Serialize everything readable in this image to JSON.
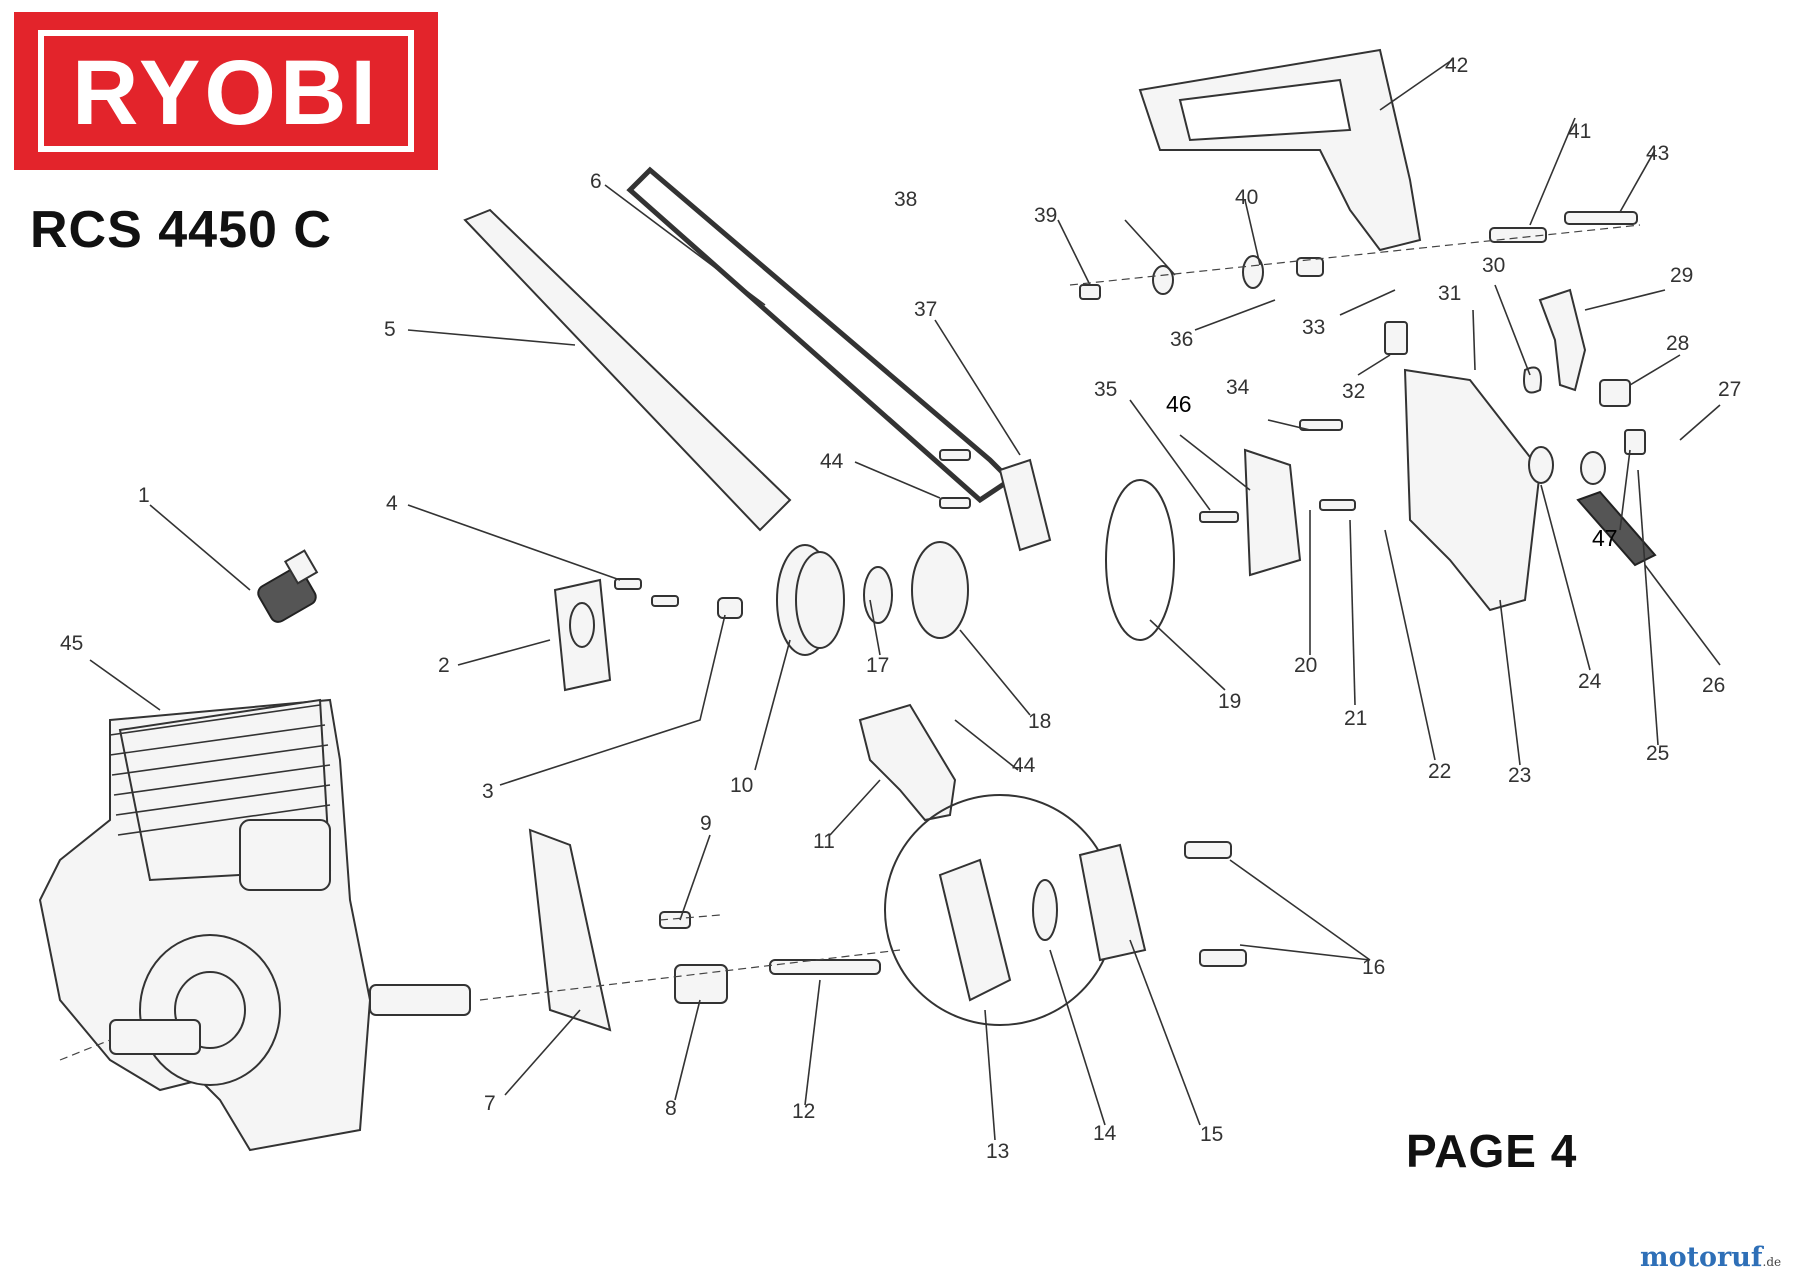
{
  "brand": "RYOBI",
  "model": "RCS 4450 C",
  "page_label": "PAGE 4",
  "watermark": {
    "main": "motoruf",
    "tld": ".de"
  },
  "callouts": [
    "1",
    "2",
    "3",
    "4",
    "5",
    "6",
    "7",
    "8",
    "9",
    "10",
    "11",
    "12",
    "13",
    "14",
    "15",
    "16",
    "17",
    "18",
    "19",
    "20",
    "21",
    "22",
    "23",
    "24",
    "25",
    "26",
    "27",
    "28",
    "29",
    "30",
    "31",
    "32",
    "33",
    "34",
    "35",
    "36",
    "37",
    "38",
    "39",
    "40",
    "41",
    "42",
    "43",
    "44",
    "44",
    "45",
    "46",
    "47"
  ],
  "colors": {
    "brand_red": "#e3242b",
    "watermark_blue": "#2e6fb7"
  }
}
